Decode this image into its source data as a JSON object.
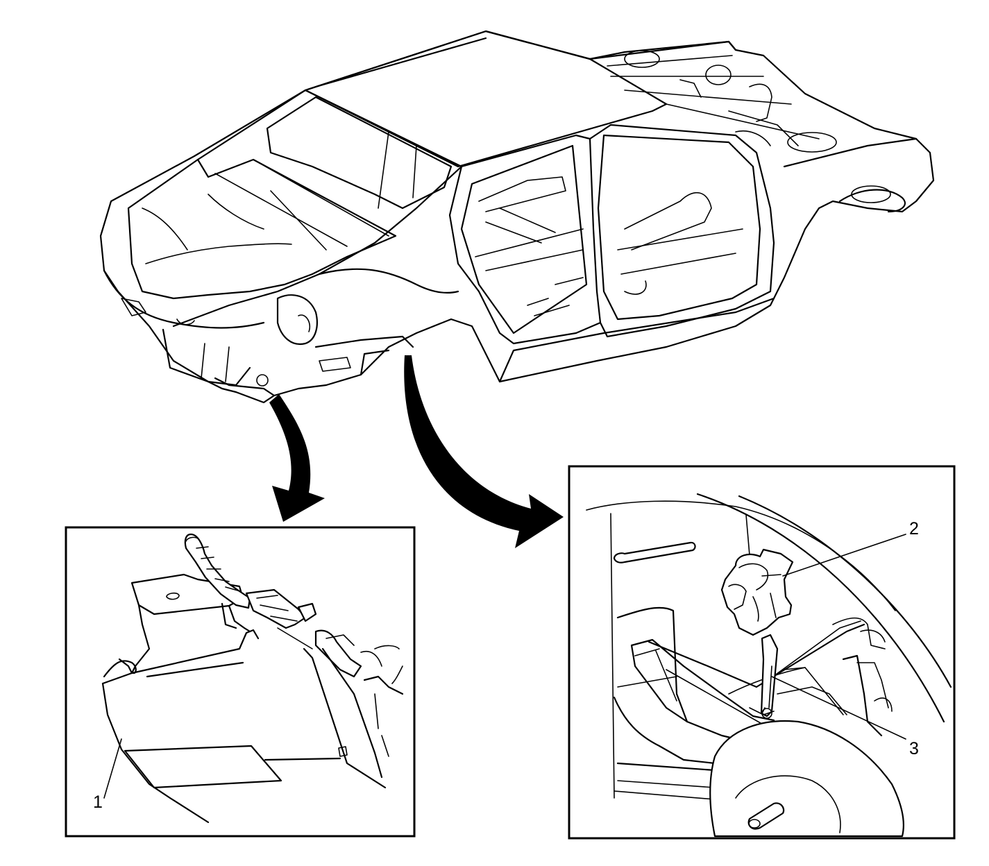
{
  "colors": {
    "line": "#000000",
    "background": "#ffffff",
    "arrow": "#000000"
  },
  "callouts": [
    {
      "number": "1"
    },
    {
      "number": "2"
    },
    {
      "number": "3"
    }
  ]
}
